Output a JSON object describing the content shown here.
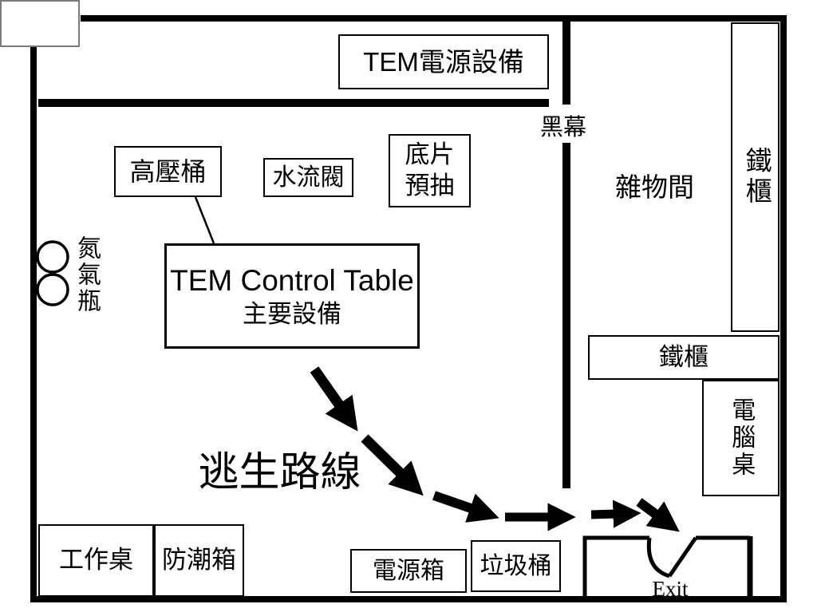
{
  "title": "TEM room escape route floor plan",
  "labels": {
    "tem_power_equipment": "TEM電源設備",
    "black_curtain": "黑幕",
    "high_pressure_tank": "高壓桶",
    "water_flow_valve": "水流閥",
    "film_prepump_line1": "底片",
    "film_prepump_line2": "預抽",
    "storage_room": "雜物間",
    "iron_cabinet_tall": "鐵櫃",
    "nitrogen_bottles": "氮氣瓶",
    "control_table_line1": "TEM Control Table",
    "control_table_line2": "主要設備",
    "escape_route": "逃生路線",
    "iron_cabinet_wide": "鐵櫃",
    "computer_desk": "電腦桌",
    "work_desk": "工作桌",
    "moisture_proof_box": "防潮箱",
    "power_box": "電源箱",
    "trash_can": "垃圾桶",
    "exit": "Exit"
  },
  "colors": {
    "wall": "#000000",
    "box_border": "#000000",
    "background": "#ffffff",
    "corner_box_border": "#7a7a7a",
    "arrow": "#000000"
  }
}
